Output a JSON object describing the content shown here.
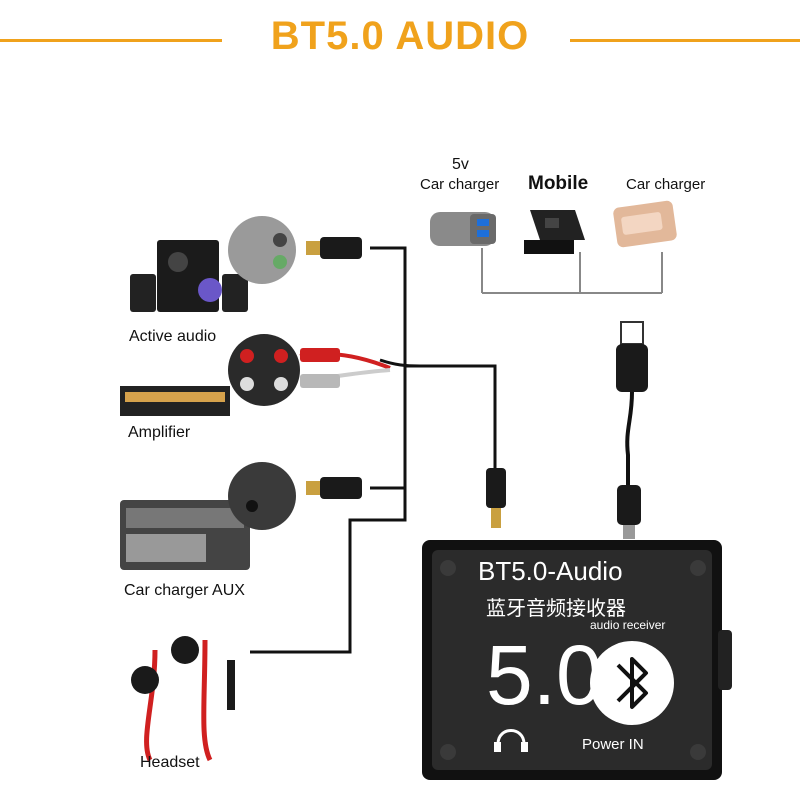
{
  "title": "BT5.0 AUDIO",
  "colors": {
    "accent": "#f0a21c",
    "cable": "#111111"
  },
  "power_sources": {
    "car_charger_5v_top": "5v",
    "car_charger_5v": "Car charger",
    "mobile": "Mobile",
    "car_charger": "Car charger"
  },
  "outputs": {
    "active_audio": "Active audio",
    "amplifier": "Amplifier",
    "car_charger_aux": "Car charger AUX",
    "headset": "Headset"
  },
  "module": {
    "name": "BT5.0-Audio",
    "chinese": "蓝牙音频接收器",
    "subtitle": "audio receiver",
    "big_number": "5.0",
    "power_label": "Power IN",
    "bluetooth_icon": "bluetooth-icon",
    "headphone_icon": "headphone-icon"
  }
}
